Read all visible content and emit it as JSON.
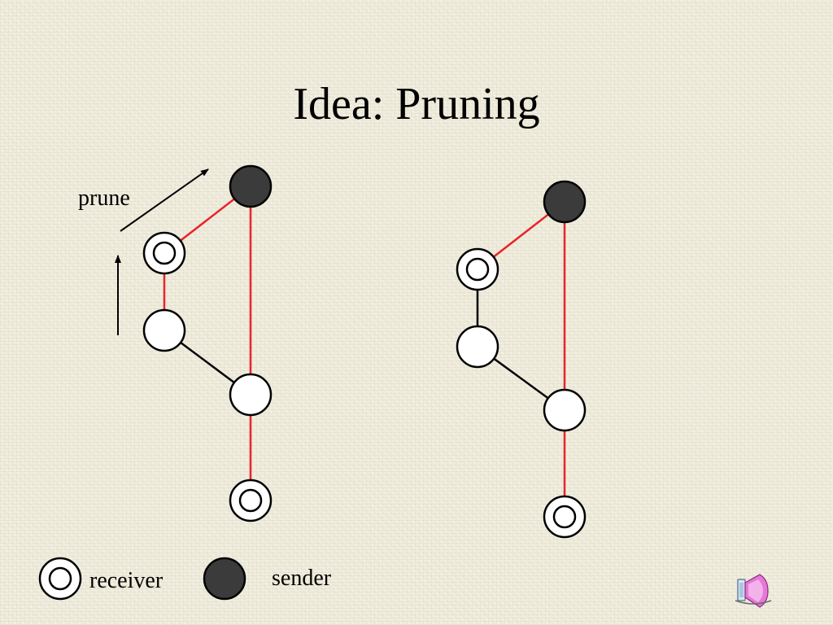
{
  "title": "Idea: Pruning",
  "prune_label": "prune",
  "legend": {
    "receiver_label": "receiver",
    "sender_label": "sender"
  },
  "colors": {
    "pruned_edge": "#e8252a",
    "tree_edge": "#000000",
    "sender_fill": "#3b3b3b",
    "node_fill": "#ffffff"
  },
  "icons": {
    "nav": "speaker-sound-icon"
  }
}
